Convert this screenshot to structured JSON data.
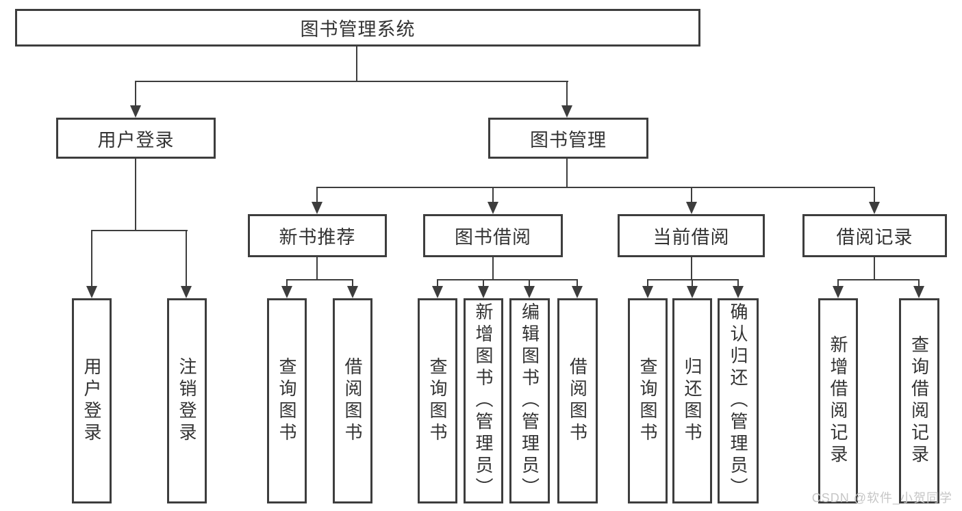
{
  "root": "图书管理系统",
  "branches": {
    "user_login": {
      "label": "用户登录",
      "children": [
        "用户登录",
        "注销登录"
      ]
    },
    "book_management": {
      "label": "图书管理",
      "sections": [
        {
          "label": "新书推荐",
          "children": [
            "查询图书",
            "借阅图书"
          ]
        },
        {
          "label": "图书借阅",
          "children": [
            "查询图书",
            "新增图书（管理员）",
            "编辑图书（管理员）",
            "借阅图书"
          ]
        },
        {
          "label": "当前借阅",
          "children": [
            "查询图书",
            "归还图书",
            "确认归还（管理员）"
          ]
        },
        {
          "label": "借阅记录",
          "children": [
            "新增借阅记录",
            "查询借阅记录"
          ]
        }
      ]
    }
  },
  "watermark": "CSDN @软件_小贺同学",
  "colors": {
    "line": "#3d3d3d",
    "text": "#333333",
    "watermark": "#c6c6c6",
    "background": "#ffffff"
  }
}
